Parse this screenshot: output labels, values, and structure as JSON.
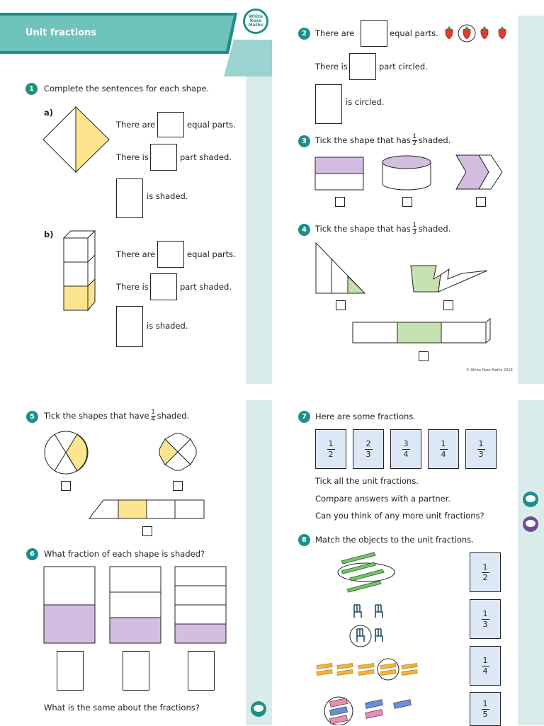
{
  "header": {
    "title": "Unit fractions",
    "logo_lines": [
      "White",
      "Rose",
      "Maths"
    ]
  },
  "copyright": "© White Rose Maths 2019",
  "q1": {
    "num": "1",
    "prompt": "Complete the sentences for each shape.",
    "a": {
      "label": "a)",
      "s1_pre": "There are",
      "s1_post": "equal parts.",
      "s2_pre": "There is",
      "s2_post": "part shaded.",
      "s3_post": "is shaded."
    },
    "b": {
      "label": "b)",
      "s1_pre": "There are",
      "s1_post": "equal parts.",
      "s2_pre": "There is",
      "s2_post": "part shaded.",
      "s3_post": "is shaded."
    }
  },
  "q2": {
    "num": "2",
    "s1_pre": "There are",
    "s1_post": "equal parts.",
    "s2_pre": "There is",
    "s2_post": "part circled.",
    "s3_post": "is circled."
  },
  "q3": {
    "num": "3",
    "pre": "Tick the shape that has",
    "frac_n": "1",
    "frac_d": "2",
    "post": "shaded."
  },
  "q4": {
    "num": "4",
    "pre": "Tick the shape that has",
    "frac_n": "1",
    "frac_d": "3",
    "post": "shaded."
  },
  "q5": {
    "num": "5",
    "pre": "Tick the shapes that have",
    "frac_n": "1",
    "frac_d": "4",
    "post": "shaded."
  },
  "q6": {
    "num": "6",
    "prompt": "What fraction of each shape is shaded?",
    "followup": "What is the same about the fractions?"
  },
  "q7": {
    "num": "7",
    "prompt": "Here are some fractions.",
    "fractions": [
      {
        "n": "1",
        "d": "2"
      },
      {
        "n": "2",
        "d": "3"
      },
      {
        "n": "3",
        "d": "4"
      },
      {
        "n": "1",
        "d": "4"
      },
      {
        "n": "1",
        "d": "3"
      }
    ],
    "line1": "Tick all the unit fractions.",
    "line2": "Compare answers with a partner.",
    "line3": "Can you think of any more unit fractions?"
  },
  "q8": {
    "num": "8",
    "prompt": "Match the objects to the unit fractions.",
    "fractions": [
      {
        "n": "1",
        "d": "2"
      },
      {
        "n": "1",
        "d": "3"
      },
      {
        "n": "1",
        "d": "4"
      },
      {
        "n": "1",
        "d": "5"
      }
    ]
  },
  "colors": {
    "teal": "#1d8f8a",
    "shade_yellow": "#fde58f",
    "shade_purple": "#d3bde0",
    "shade_green": "#c6e2b0",
    "card_blue": "#dde8f6",
    "sidebar": "#d9ecea"
  }
}
